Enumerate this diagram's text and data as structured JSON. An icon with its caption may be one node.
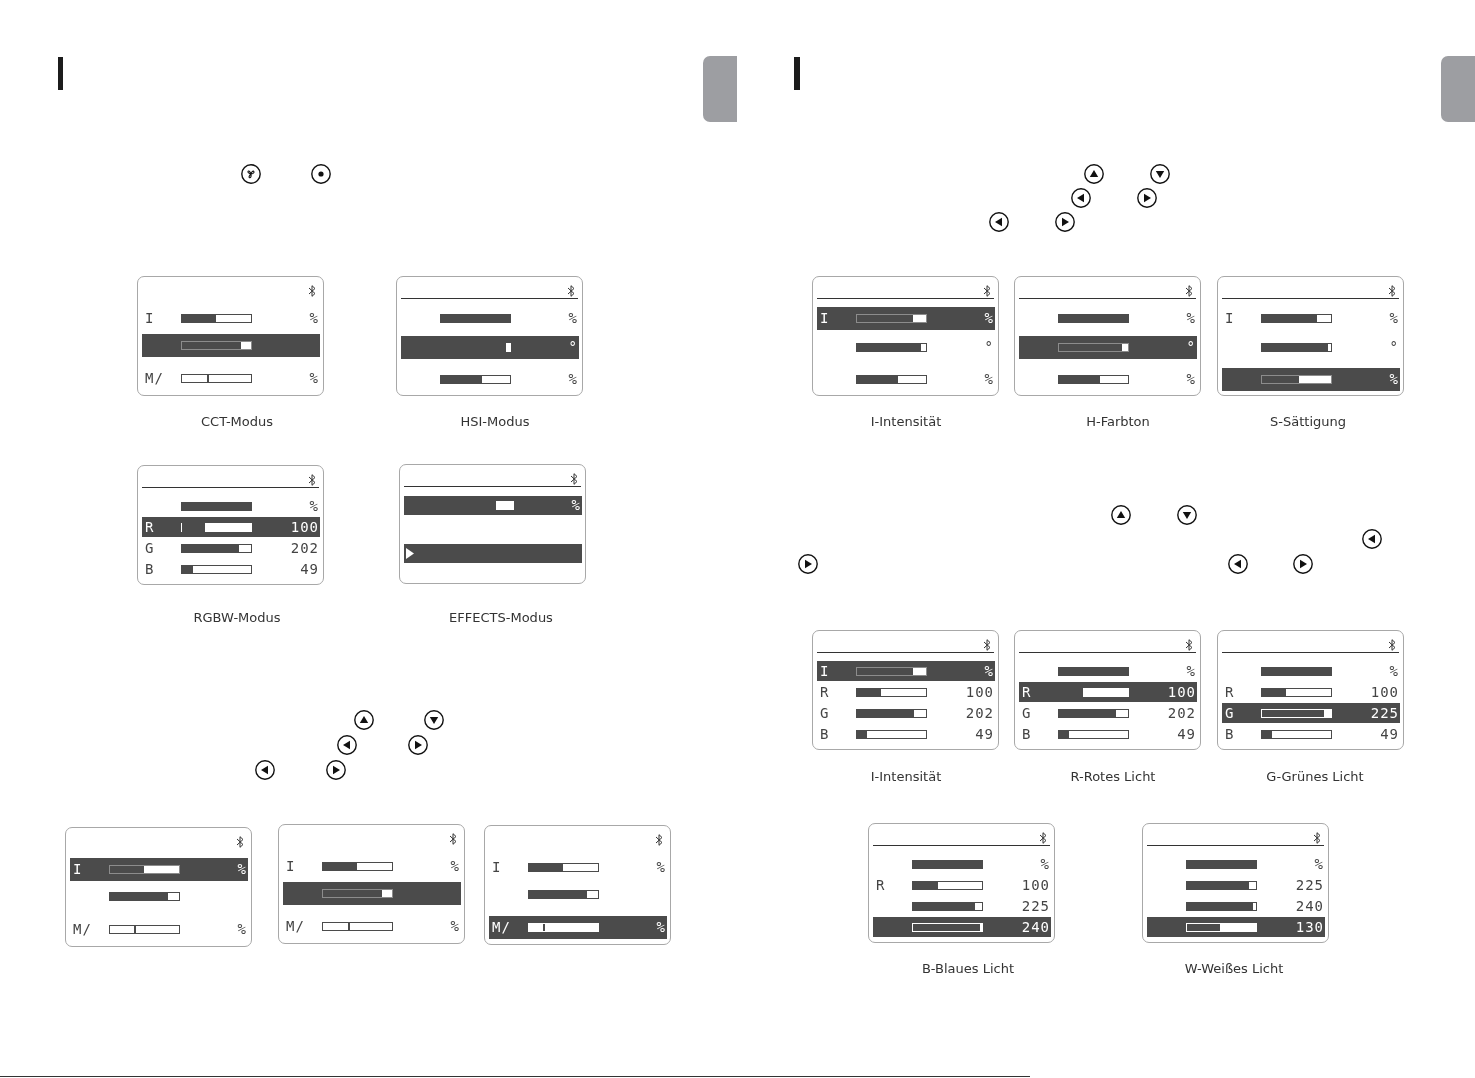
{
  "diagram": {
    "nodes": [
      {
        "text": [
          "I",
          "%",
          "M/",
          "%"
        ],
        "beside": [
          "CCT-Modus"
        ]
      },
      {
        "text": [],
        "shape": "bar",
        "in": 0
      },
      {
        "text": [
          "%",
          "%"
        ],
        "beside": [
          "HSI-Modus"
        ]
      },
      {
        "text": [
          "°"
        ],
        "in": 2
      },
      {
        "text": [
          "%",
          "G",
          "202",
          "B",
          "49"
        ],
        "beside": [
          "RGBW-Modus"
        ]
      },
      {
        "text": [
          "R",
          "100"
        ],
        "in": 4
      },
      {
        "text": [],
        "shape": "box",
        "beside": [
          "EFFECTS-Modus"
        ]
      },
      {
        "text": [
          "%"
        ],
        "in": 6
      },
      {
        "text": [],
        "shape": "bar",
        "in": 6
      },
      {
        "text": [
          "M/",
          "%"
        ]
      },
      {
        "text": [
          "I",
          "%"
        ],
        "in": 9
      },
      {
        "text": [
          "I",
          "%",
          "M/",
          "%"
        ]
      },
      {
        "text": [],
        "shape": "bar",
        "in": 11
      },
      {
        "text": [
          "I",
          "%"
        ]
      },
      {
        "text": [
          "M/",
          "%"
        ],
        "in": 13
      },
      {
        "text": [
          "°",
          "%"
        ],
        "beside": [
          "I-Intensität"
        ]
      },
      {
        "text": [
          "I",
          "%"
        ],
        "in": 15
      },
      {
        "text": [
          "%",
          "%"
        ],
        "beside": [
          "H-Farbton"
        ]
      },
      {
        "text": [
          "°"
        ],
        "in": 17
      },
      {
        "text": [
          "I",
          "%",
          "°"
        ],
        "beside": [
          "S-Sättigung"
        ]
      },
      {
        "text": [
          "%"
        ],
        "in": 19
      },
      {
        "text": [
          "R",
          "100",
          "G",
          "202",
          "B",
          "49"
        ],
        "beside": [
          "I-Intensität"
        ]
      },
      {
        "text": [
          "I",
          "%"
        ],
        "in": 21
      },
      {
        "text": [
          "%",
          "G",
          "202",
          "B",
          "49"
        ],
        "beside": [
          "R-Rotes Licht"
        ]
      },
      {
        "text": [
          "R",
          "100"
        ],
        "in": 23
      },
      {
        "text": [
          "%",
          "R",
          "100",
          "B",
          "49"
        ],
        "beside": [
          "G-Grünes Licht"
        ]
      },
      {
        "text": [
          "G",
          "225"
        ],
        "in": 25
      },
      {
        "text": [
          "%",
          "R",
          "100",
          "225"
        ],
        "beside": [
          "B-Blaues Licht"
        ]
      },
      {
        "text": [
          "240"
        ],
        "in": 27
      },
      {
        "text": [
          "%",
          "225",
          "240"
        ],
        "beside": [
          "W-Weißes Licht"
        ]
      },
      {
        "text": [
          "130"
        ],
        "in": 29
      }
    ]
  }
}
